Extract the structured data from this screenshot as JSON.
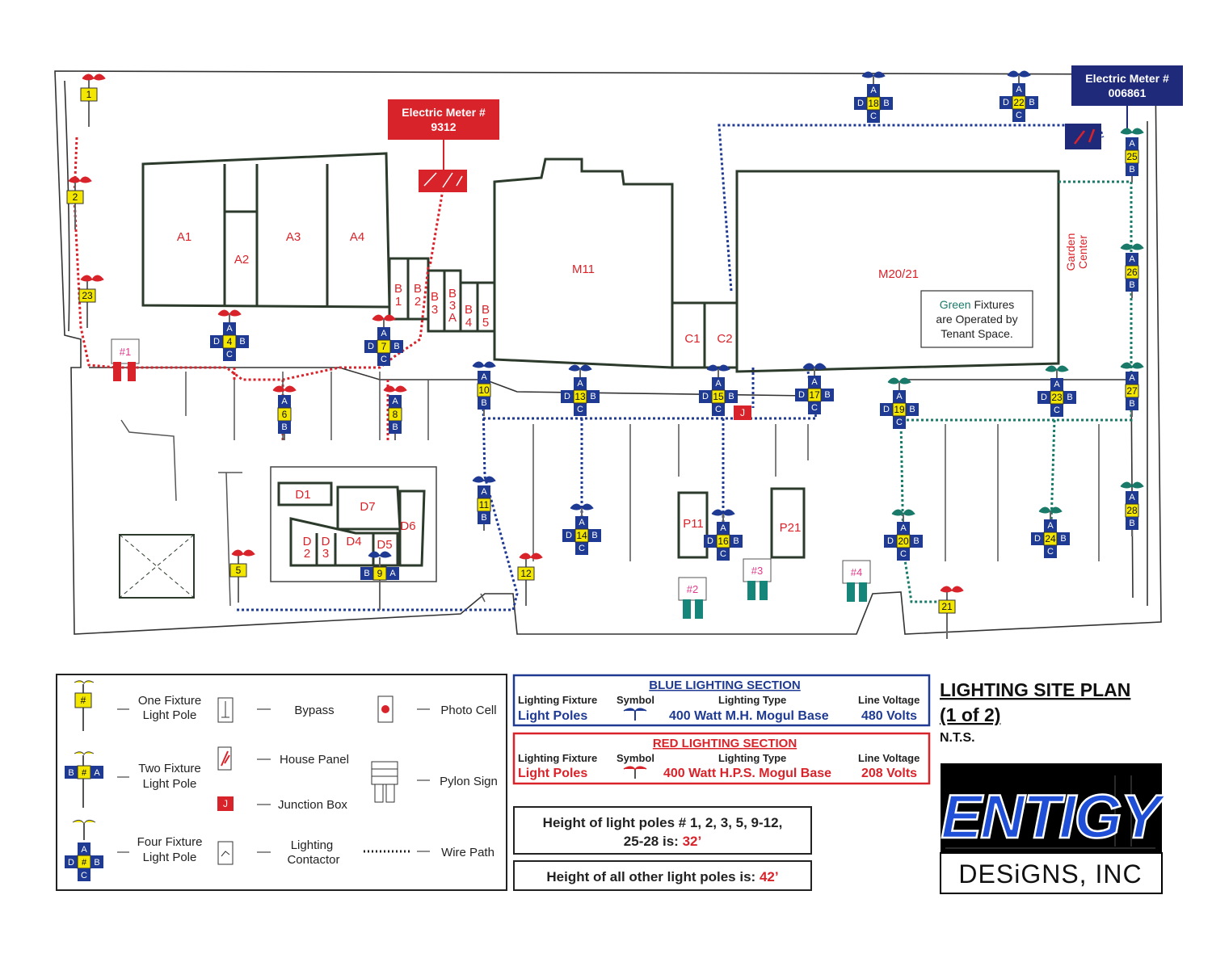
{
  "title": {
    "line1": "LIGHTING SITE PLAN",
    "line2": "(1 of 2)",
    "scale": "N.T.S."
  },
  "meters": [
    {
      "id": "meter-9312",
      "label": "Electric Meter #",
      "number": "9312",
      "color": "#d9232a"
    },
    {
      "id": "meter-006861",
      "label": "Electric Meter #",
      "number": "006861",
      "color": "#1f2a7a"
    }
  ],
  "units": {
    "A1": "A1",
    "A2": "A2",
    "A3": "A3",
    "A4": "A4",
    "B1": [
      "B",
      "1"
    ],
    "B2": [
      "B",
      "2"
    ],
    "B3": [
      "B",
      "3"
    ],
    "B3A": [
      "B",
      "3",
      "A"
    ],
    "B4": [
      "B",
      "4"
    ],
    "B5": [
      "B",
      "5"
    ],
    "M11": "M11",
    "M20_21": "M20/21",
    "C1": "C1",
    "C2": "C2",
    "D1": "D1",
    "D7": "D7",
    "D6": "D6",
    "D4": "D4",
    "D5": "D5",
    "D2": [
      "D",
      "2"
    ],
    "D3": [
      "D",
      "3"
    ],
    "P11": "P11",
    "P21": "P21",
    "garden": [
      "Garden",
      "Center"
    ]
  },
  "note": [
    "Green  Fixtures",
    "are Operated by",
    "Tenant  Space."
  ],
  "pylons": [
    "#1",
    "#2",
    "#3",
    "#4"
  ],
  "junction_label": "J",
  "poles": {
    "one": [
      "1",
      "2",
      "23",
      "5",
      "12",
      "21"
    ],
    "two": [
      "6",
      "8",
      "9",
      "10",
      "11",
      "25",
      "26",
      "27",
      "28"
    ],
    "four": [
      "4",
      "7",
      "13",
      "14",
      "15",
      "16",
      "17",
      "18",
      "19",
      "20",
      "22",
      "23",
      "24"
    ],
    "letters": {
      "a": "A",
      "b": "B",
      "c": "C",
      "d": "D"
    }
  },
  "legend": {
    "one_fixture": [
      "One  Fixture",
      "Light Pole"
    ],
    "two_fixture": [
      "Two  Fixture",
      "Light Pole"
    ],
    "four_fixture": [
      "Four  Fixture",
      "Light Pole"
    ],
    "bypass": "Bypass",
    "house_panel": "House Panel",
    "junction_box": "Junction Box",
    "lighting_contactor": [
      "Lighting",
      "Contactor"
    ],
    "photo_cell": "Photo Cell",
    "pylon_sign": "Pylon Sign",
    "wire_path": "Wire Path",
    "symbol_hash": "#",
    "sym_b": "B",
    "sym_a": "A",
    "sym_c": "C",
    "sym_d": "D",
    "sym_j": "J"
  },
  "blue_section": {
    "heading": "BLUE LIGHTING SECTION",
    "col_fixture": "Lighting Fixture",
    "col_symbol": "Symbol",
    "col_type": "Lighting Type",
    "col_voltage": "Line Voltage",
    "fixture": "Light Poles",
    "type": "400 Watt M.H. Mogul Base",
    "voltage": "480 Volts",
    "color": "#1f3a93"
  },
  "red_section": {
    "heading": "RED LIGHTING SECTION",
    "col_fixture": "Lighting Fixture",
    "col_symbol": "Symbol",
    "col_type": "Lighting Type",
    "col_voltage": "Line Voltage",
    "fixture": "Light Poles",
    "type": "400 Watt H.P.S. Mogul Base",
    "voltage": "208 Volts",
    "color": "#d9232a"
  },
  "heights": {
    "line1": "Height of light poles # 1, 2, 3, 5, 9-12,",
    "line2_prefix": "25-28  is:",
    "short_value": "32’",
    "other_prefix": "Height of all other light poles  is:",
    "other_value": "42’"
  },
  "logo": {
    "text": "ENTIGY",
    "sub": "DESiGNS, INC"
  },
  "colors": {
    "blue": "#1f3a93",
    "red": "#d9232a",
    "green": "#1a7a6a",
    "yellow": "#f3e600",
    "pink": "#e03a8c",
    "teal": "#16857a"
  }
}
